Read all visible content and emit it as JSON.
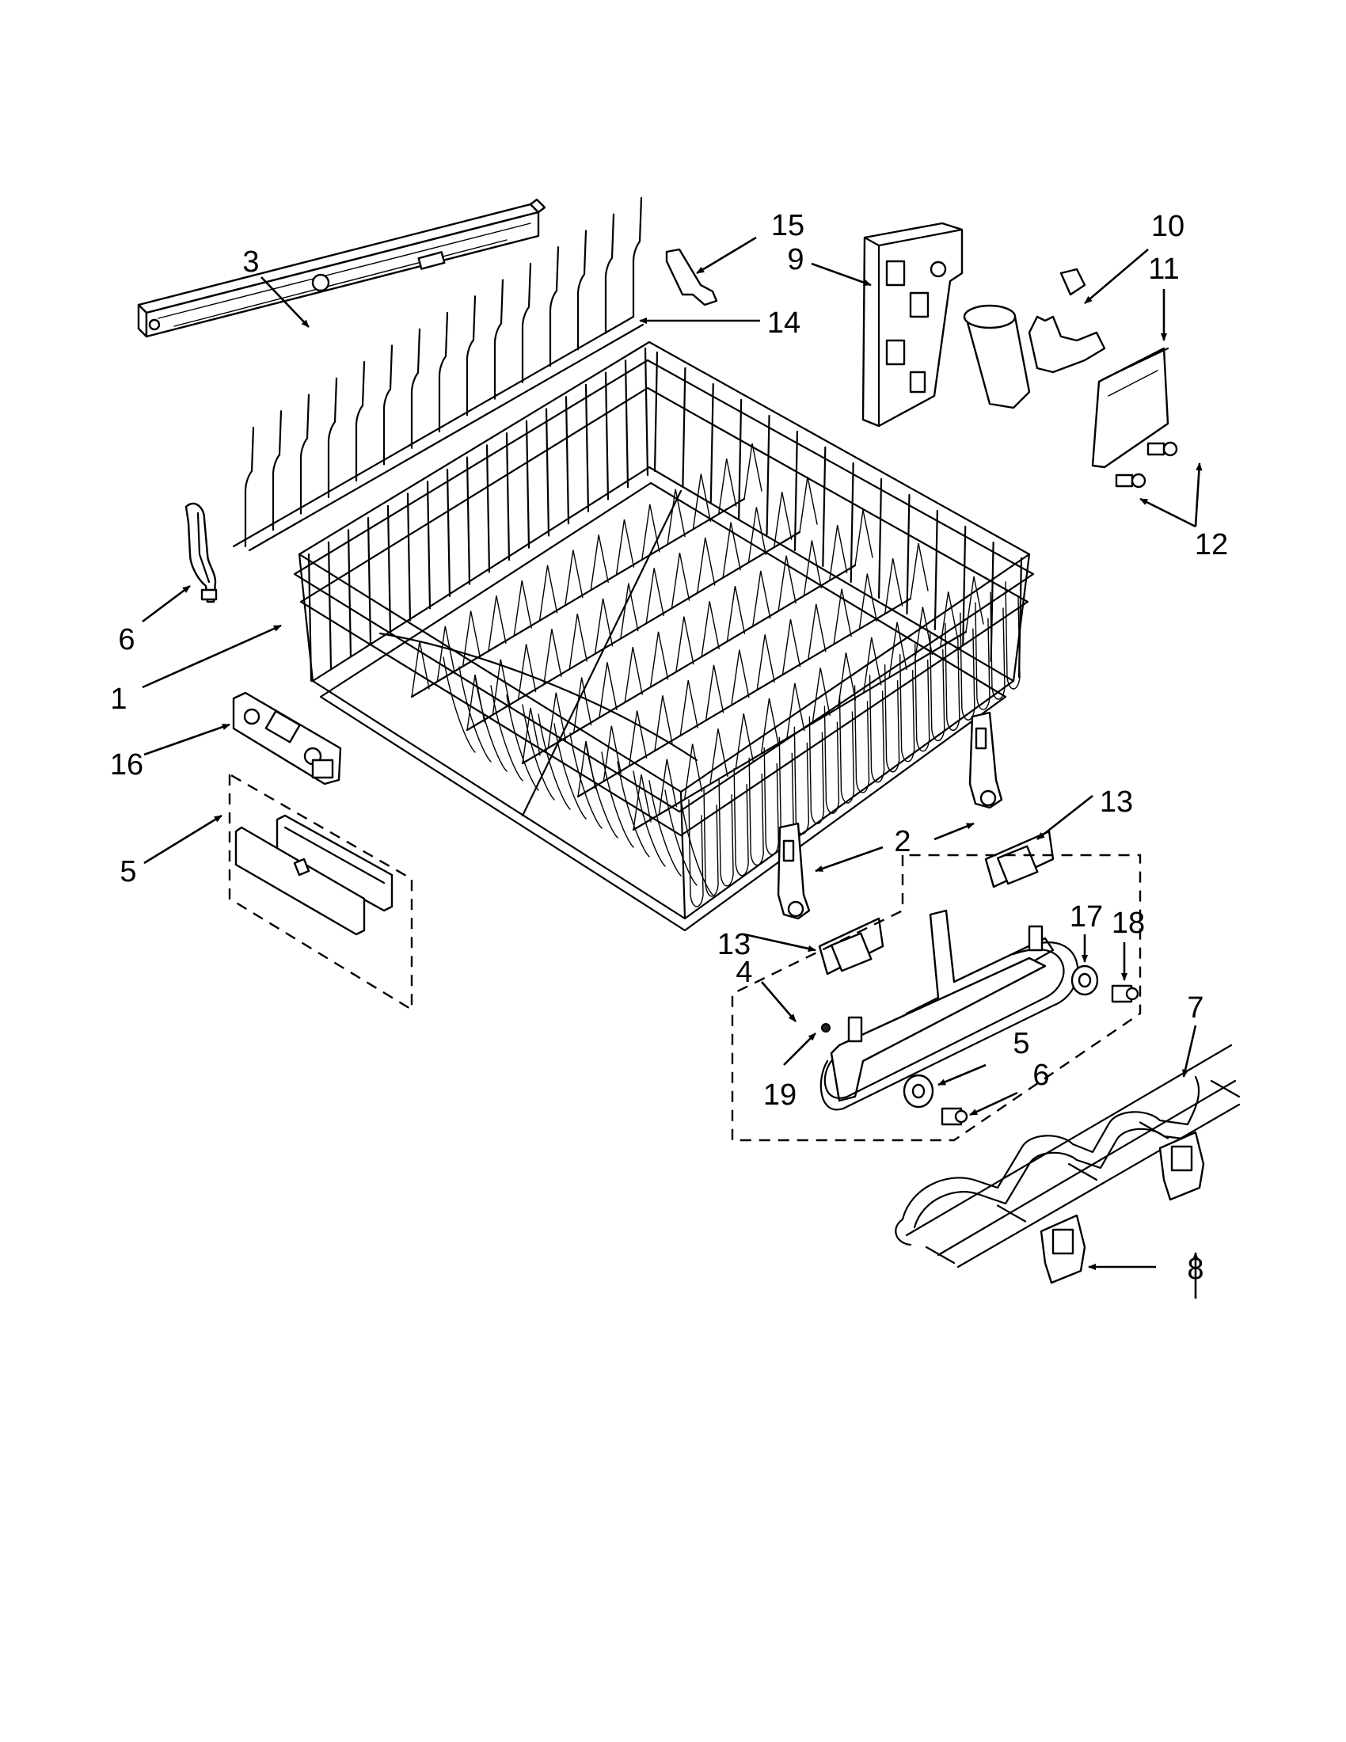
{
  "callouts": [
    {
      "id": "c1",
      "label": "1"
    },
    {
      "id": "c2",
      "label": "2"
    },
    {
      "id": "c3",
      "label": "3"
    },
    {
      "id": "c4",
      "label": "4"
    },
    {
      "id": "c5a",
      "label": "5"
    },
    {
      "id": "c5b",
      "label": "5"
    },
    {
      "id": "c6a",
      "label": "6"
    },
    {
      "id": "c6b",
      "label": "6"
    },
    {
      "id": "c7",
      "label": "7"
    },
    {
      "id": "c8",
      "label": "8"
    },
    {
      "id": "c9",
      "label": "9"
    },
    {
      "id": "c10",
      "label": "10"
    },
    {
      "id": "c11",
      "label": "11"
    },
    {
      "id": "c12",
      "label": "12"
    },
    {
      "id": "c13a",
      "label": "13"
    },
    {
      "id": "c13b",
      "label": "13"
    },
    {
      "id": "c14",
      "label": "14"
    },
    {
      "id": "c15",
      "label": "15"
    },
    {
      "id": "c16",
      "label": "16"
    },
    {
      "id": "c17",
      "label": "17"
    },
    {
      "id": "c18",
      "label": "18"
    },
    {
      "id": "c19",
      "label": "19"
    }
  ]
}
